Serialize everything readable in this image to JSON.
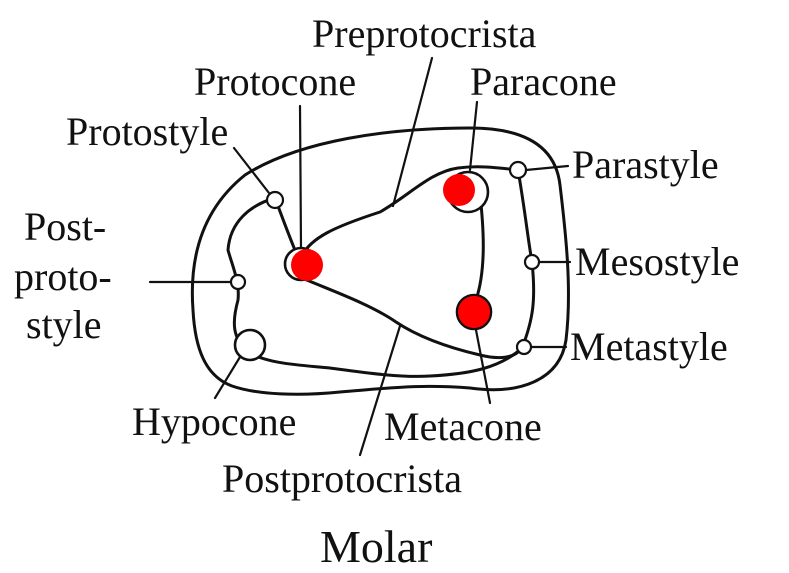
{
  "diagram": {
    "title": "Molar",
    "labels": {
      "preprotocrista": "Preprotocrista",
      "protocone": "Protocone",
      "paracone": "Paracone",
      "protostyle": "Protostyle",
      "parastyle": "Parastyle",
      "post_line1": "Post-",
      "post_line2": "proto-",
      "post_line3": "style",
      "mesostyle": "Mesostyle",
      "metastyle": "Metastyle",
      "hypocone": "Hypocone",
      "metacone": "Metacone",
      "postprotocrista": "Postprotocrista"
    },
    "colors": {
      "highlight": "#ff0000",
      "line": "#111111",
      "background": "#ffffff"
    }
  }
}
